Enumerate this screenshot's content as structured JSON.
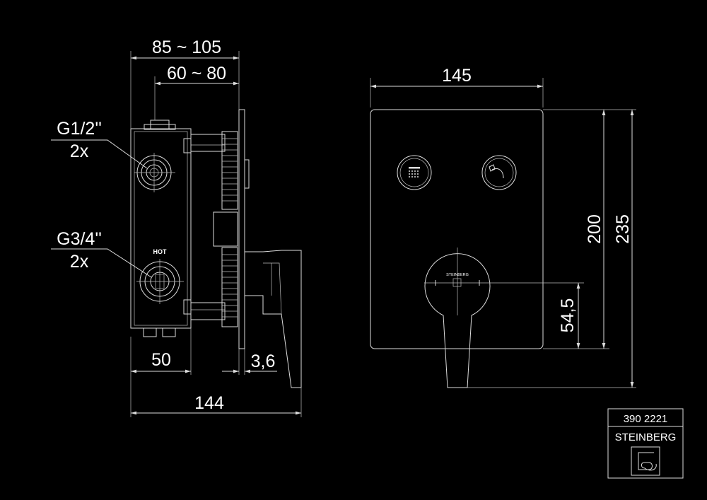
{
  "side_view": {
    "dim_overall_depth": "85 ~ 105",
    "dim_inner_depth": "60 ~ 80",
    "dim_body_width": "50",
    "dim_plate_thickness": "3,6",
    "dim_total_depth": "144",
    "label_hot": "HOT",
    "connection_small": {
      "size": "G1/2''",
      "qty": "2x"
    },
    "connection_large": {
      "size": "G3/4''",
      "qty": "2x"
    }
  },
  "front_view": {
    "dim_plate_width": "145",
    "dim_plate_height": "200",
    "dim_total_height": "235",
    "dim_lever_axis": "54,5",
    "brand_on_handle": "STEINBERG",
    "button_left_icon": "shower-head-icon",
    "button_right_icon": "hand-shower-icon"
  },
  "title_block": {
    "article_number": "390 2221",
    "brand": "STEINBERG",
    "logo_icon": "steinberg-logo-icon"
  },
  "colors": {
    "background": "#000000",
    "lines": "#dcdcdc",
    "text": "#ffffff"
  }
}
